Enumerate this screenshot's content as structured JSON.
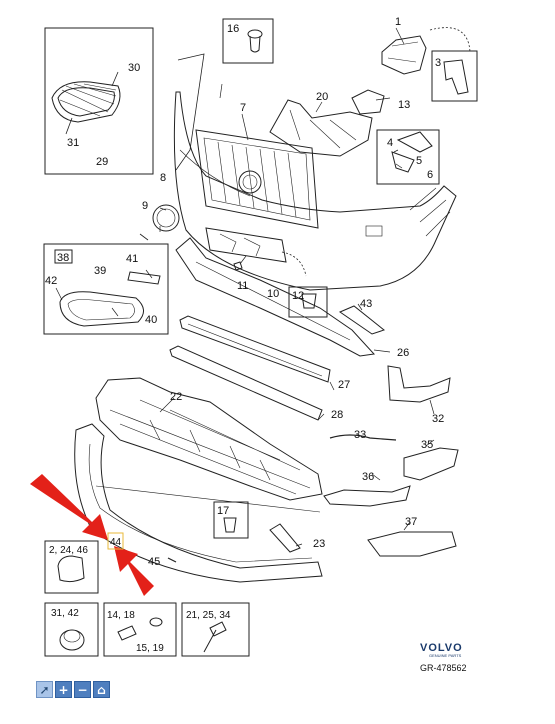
{
  "labels": {
    "l1": "1",
    "l3": "3",
    "l4": "4",
    "l5": "5",
    "l6": "6",
    "l7": "7",
    "l8": "8",
    "l9": "9",
    "l10": "10",
    "l11": "11",
    "l12": "12",
    "l13": "13",
    "l16": "16",
    "l17": "17",
    "l20": "20",
    "l22": "22",
    "l23": "23",
    "l26": "26",
    "l27": "27",
    "l28": "28",
    "l29": "29",
    "l30": "30",
    "l31": "31",
    "l32": "32",
    "l33": "33",
    "l35": "35",
    "l36": "36",
    "l37": "37",
    "l38": "38",
    "l39": "39",
    "l40": "40",
    "l41": "41",
    "l42": "42",
    "l43": "43",
    "l44": "44",
    "l45": "45"
  },
  "kit_boxes": {
    "box_a": "2, 24, 46",
    "box_b": "31, 42",
    "box_c1": "14, 18",
    "box_c2": "15, 19",
    "box_d": "21, 25, 34"
  },
  "brand": {
    "name": "VOLVO",
    "sub": "GENUINE PARTS",
    "ref": "GR-478562"
  },
  "colors": {
    "highlight": "#e32119",
    "callout_box": "#f5d98a",
    "toolbar": "#4f7fbf"
  },
  "toolbar": {
    "buttons": [
      {
        "icon": "cursor-icon",
        "glyph": "➚"
      },
      {
        "icon": "zoom-in-icon",
        "glyph": "+"
      },
      {
        "icon": "zoom-out-icon",
        "glyph": "−"
      },
      {
        "icon": "home-icon",
        "glyph": "⌂"
      }
    ]
  }
}
